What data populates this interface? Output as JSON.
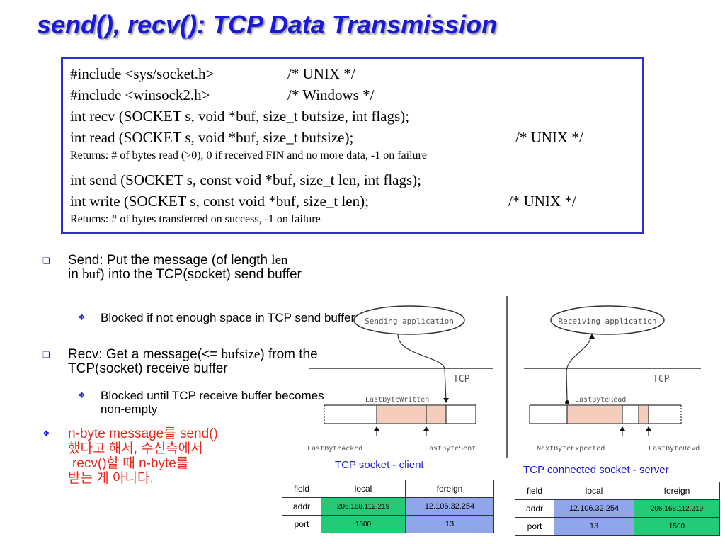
{
  "title": "send(), recv(): TCP Data Transmission",
  "code": {
    "line1": {
      "a": "#include <sys/socket.h>",
      "b": "/* UNIX */"
    },
    "line2": {
      "a": "#include <winsock2.h>",
      "b": "/* Windows */"
    },
    "line3": "int recv (SOCKET s, void *buf, size_t bufsize, int flags);",
    "line4": {
      "a": "int read (SOCKET s, void *buf, size_t bufsize);",
      "b": "/* UNIX */"
    },
    "returns1": "Returns: # of bytes read  (>0), 0 if received FIN and no more data, -1 on failure",
    "line5": "int send (SOCKET s, const void *buf, size_t len, int flags);",
    "line6": {
      "a": "int write (SOCKET s, const void *buf, size_t len);",
      "b": "/* UNIX */"
    },
    "returns2": "Returns: # of bytes transferred on success, -1 on failure"
  },
  "bullets": {
    "b1_pre": "Send: Put the message (of length ",
    "b1_len": "len",
    "b1_in": "in ",
    "b1_buf": "buf",
    "b1_post": ") into the TCP(socket) send buffer",
    "b1_sub": "Blocked if not enough space in TCP send buffer",
    "b2_pre": "Recv: Get a message(<= ",
    "b2_bufsize": "bufsize",
    "b2_post": ") from the TCP(socket) receive buffer",
    "b2_sub": "Blocked until TCP receive buffer becomes non-empty",
    "b3_l1": "n-byte message를 send()",
    "b3_l2": "했다고 해서, 수신측에서",
    "b3_l3": "recv()할 때 n-byte를",
    "b3_l4": "받는 게 아니다."
  },
  "diagram": {
    "sending_app": "Sending application",
    "receiving_app": "Receiving application",
    "tcp": "TCP",
    "last_byte_written": "LastByteWritten",
    "last_byte_acked": "LastByteAcked",
    "last_byte_sent": "LastByteSent",
    "last_byte_read": "LastByteRead",
    "next_byte_expected": "NextByteExpected",
    "last_byte_rcvd": "LastByteRcvd"
  },
  "client_caption": "TCP socket - client",
  "server_caption": "TCP connected socket - server",
  "client_table": {
    "headers": [
      "field",
      "local",
      "foreign"
    ],
    "rows": [
      [
        "addr",
        "206.168.112.219",
        "12.106.32.254"
      ],
      [
        "port",
        "1500",
        "13"
      ]
    ]
  },
  "server_table": {
    "headers": [
      "field",
      "local",
      "foreign"
    ],
    "rows": [
      [
        "addr",
        "12.106.32.254",
        "206.168.112.219"
      ],
      [
        "port",
        "13",
        "1500"
      ]
    ]
  },
  "colors": {
    "title": "#1a1ad6",
    "red_text": "#e8261c",
    "green_cell": "#22cc77",
    "blue_cell": "#8fa6ea",
    "buffer_fill": "#f4cdbd"
  }
}
